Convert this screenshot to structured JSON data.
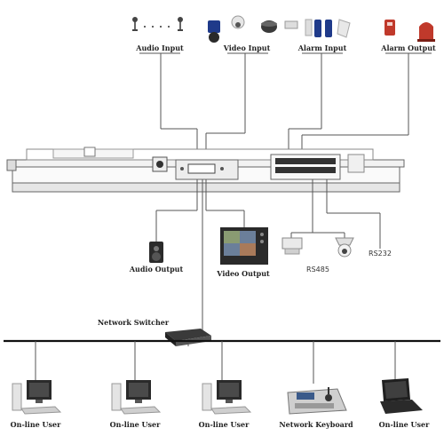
{
  "inputs": {
    "audio": "Audio Input",
    "video": "Video Input",
    "alarm": "Alarm Input",
    "alarm_out": "Alarm Output"
  },
  "outputs": {
    "audio": "Audio Output",
    "video": "Video Output",
    "rs485": "RS485",
    "rs232": "RS232"
  },
  "network": {
    "switcher": "Network Switcher",
    "clients": [
      "On-line User",
      "On-line User",
      "On-line User",
      "Network Keyboard",
      "On-line User"
    ]
  },
  "colors": {
    "line": "#555555",
    "bus": "#111111",
    "device_body": "#d9d9d9",
    "accent_red": "#c0392b",
    "accent_blue": "#1f3a8a"
  },
  "icons": [
    "microphone-icon",
    "camera-icon",
    "sensor-icon",
    "siren-icon",
    "speaker-icon",
    "monitor-icon",
    "ptz-camera-icon",
    "switch-icon",
    "computer-icon",
    "keyboard-icon",
    "laptop-icon"
  ]
}
